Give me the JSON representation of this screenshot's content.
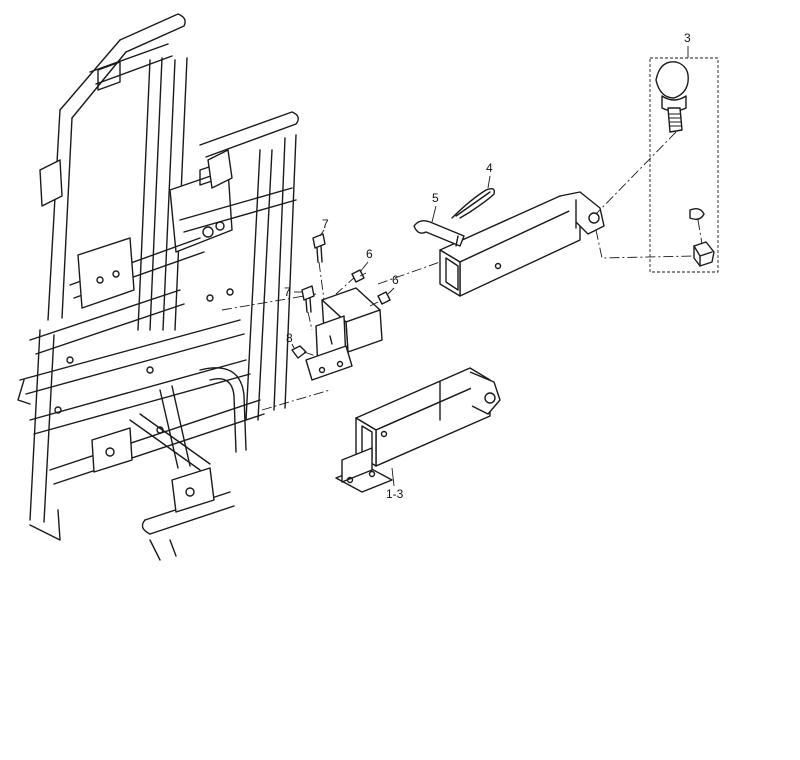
{
  "callouts": {
    "ball_mount": "3",
    "hitch_pin_clip": "4",
    "hitch_pin": "5",
    "bolt_upper": "6",
    "bolt_lower": "6",
    "flange_bolt_upper": "7",
    "flange_bolt_lower": "7",
    "nut": "8",
    "tow_bar": "1-3"
  },
  "colors": {
    "line": "#1a1a1a",
    "background": "#ffffff"
  }
}
